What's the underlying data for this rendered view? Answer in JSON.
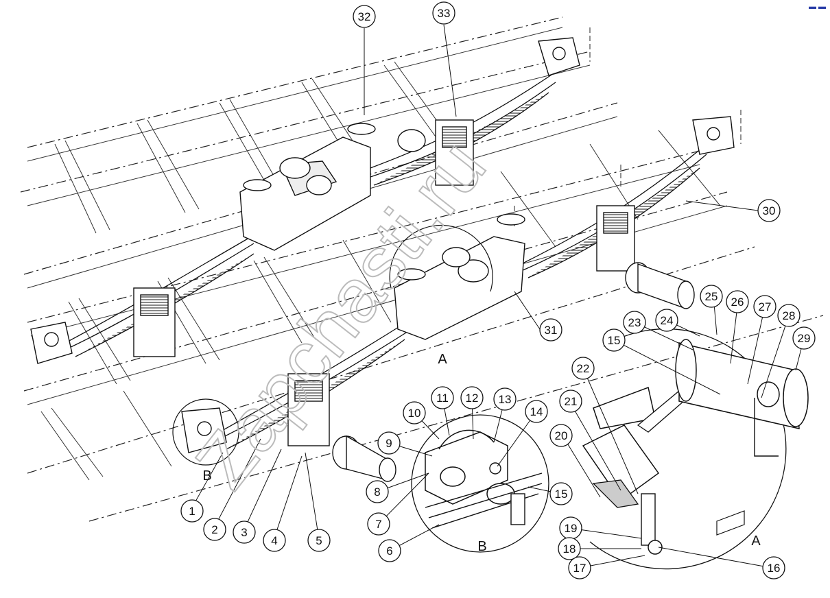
{
  "callouts": [
    "32",
    "33",
    "30",
    "31",
    "25",
    "26",
    "27",
    "28",
    "29",
    "23",
    "24",
    "15",
    "22",
    "21",
    "20",
    "19",
    "18",
    "17",
    "16",
    "14",
    "13",
    "12",
    "11",
    "10",
    "9",
    "8",
    "7",
    "6",
    "15",
    "1",
    "2",
    "3",
    "4",
    "5"
  ],
  "view_labels": [
    "A",
    "A",
    "B",
    "B"
  ],
  "watermark": "Zapchasti.ru",
  "corner_mark": "▬ ▬",
  "colors": {
    "line": "#1a1a1a",
    "bg": "#ffffff",
    "watermark": "#c8c8c8"
  }
}
